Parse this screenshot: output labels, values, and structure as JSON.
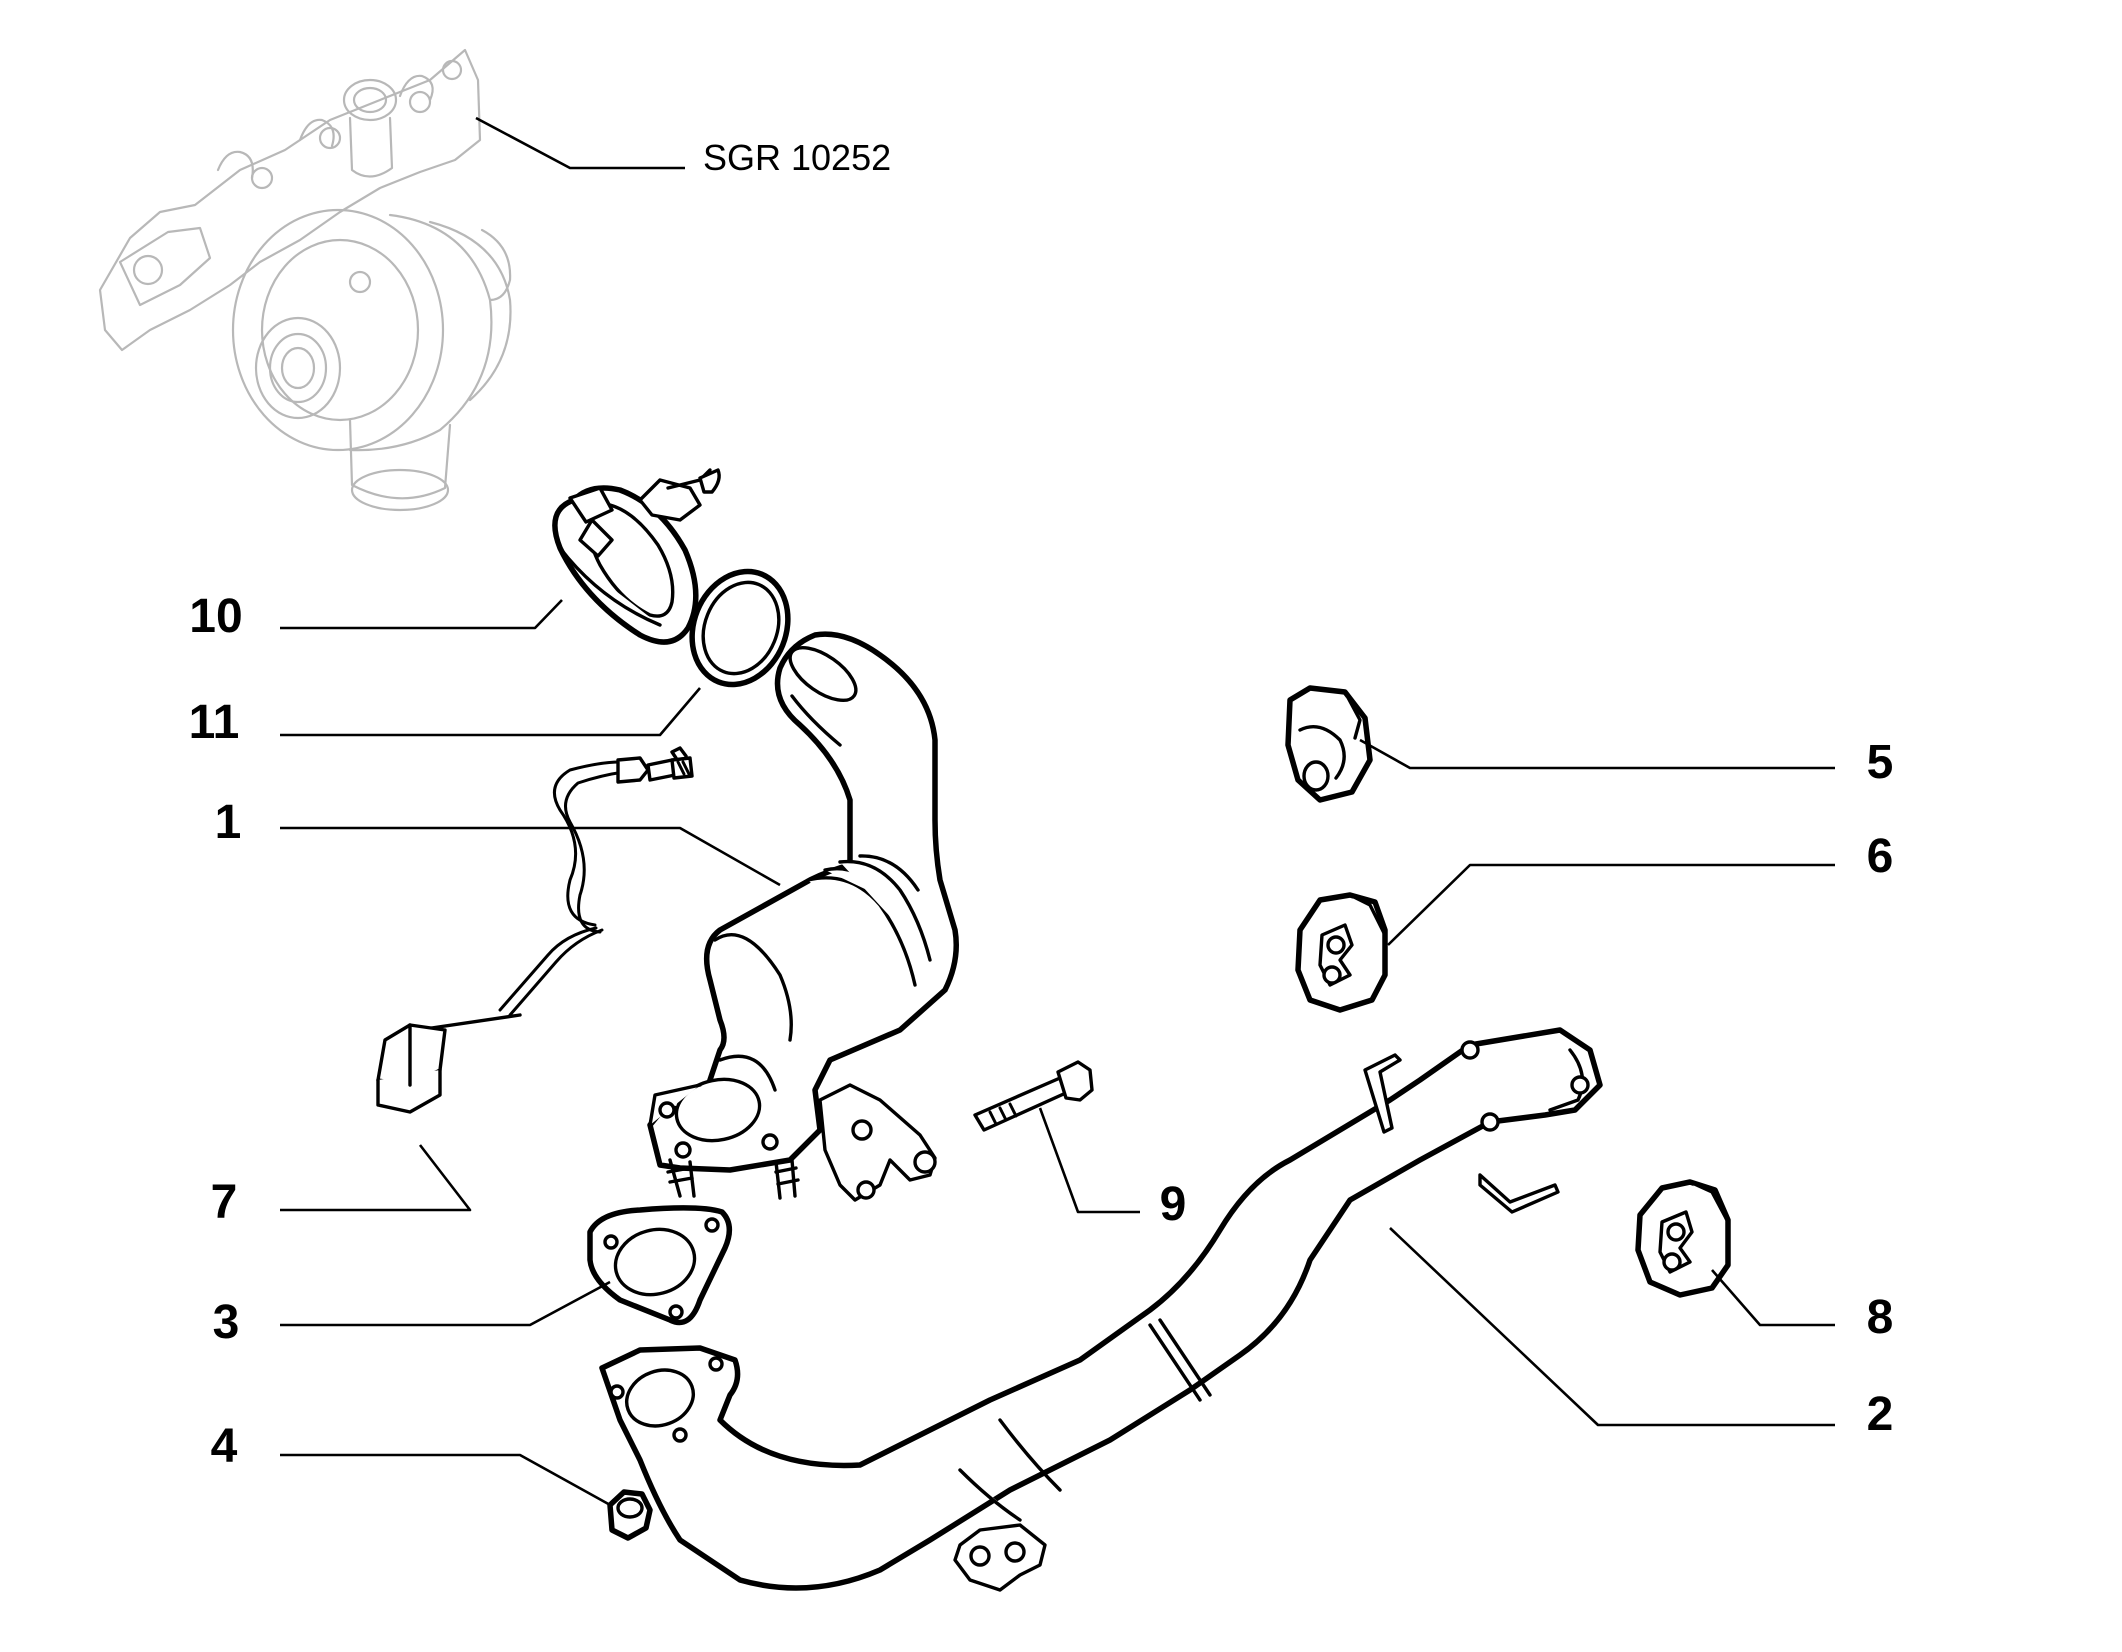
{
  "diagram": {
    "reference_label": "SGR 10252",
    "callouts": [
      {
        "id": "c10",
        "label": "10"
      },
      {
        "id": "c11",
        "label": "11"
      },
      {
        "id": "c1",
        "label": "1"
      },
      {
        "id": "c7",
        "label": "7"
      },
      {
        "id": "c3",
        "label": "3"
      },
      {
        "id": "c4",
        "label": "4"
      },
      {
        "id": "c5",
        "label": "5"
      },
      {
        "id": "c6",
        "label": "6"
      },
      {
        "id": "c9",
        "label": "9"
      },
      {
        "id": "c8",
        "label": "8"
      },
      {
        "id": "c2",
        "label": "2"
      }
    ]
  }
}
